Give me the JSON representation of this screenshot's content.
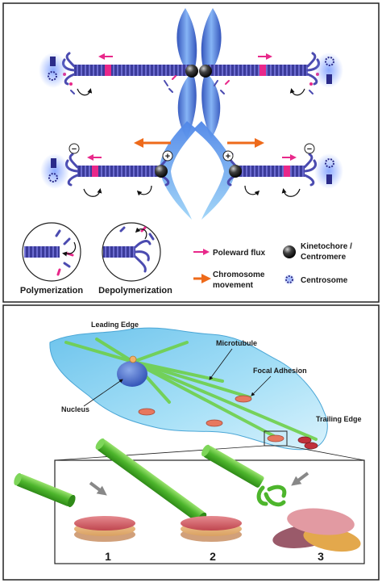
{
  "mitosis_panel": {
    "legend": {
      "polymerization": "Polymerization",
      "depolymerization": "Depolymerization",
      "poleward_flux": "Poleward flux",
      "chromosome_movement_line1": "Chromosome",
      "chromosome_movement_line2": "movement",
      "kinetochore_line1": "Kinetochore /",
      "kinetochore_line2": "Centromere",
      "centrosome": "Centrosome"
    },
    "symbols": {
      "minus": "−",
      "plus": "+"
    }
  },
  "migration_panel": {
    "labels": {
      "leading_edge": "Leading Edge",
      "microtubule": "Microtubule",
      "focal_adhesion": "Focal Adhesion",
      "nucleus": "Nucleus",
      "trailing_edge": "Trailing Edge"
    },
    "steps": [
      "1",
      "2",
      "3"
    ]
  },
  "colors": {
    "microtubule_blue": "#3b3b9a",
    "flux_pink": "#e8288a",
    "movement_orange": "#ee6a1a",
    "chromosome_blue": "#3f6fd6",
    "cell_blue": "#8fd3f0",
    "mt_green": "#5cc43a",
    "adhesion_red": "#d9534f"
  }
}
